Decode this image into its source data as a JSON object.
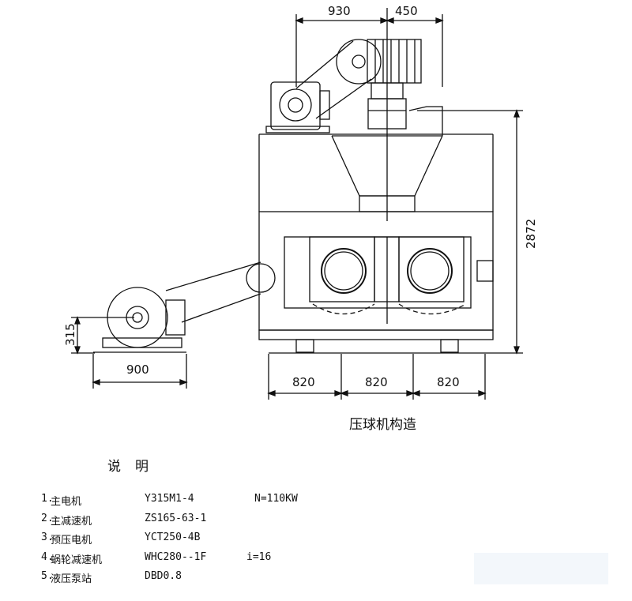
{
  "dimensions": {
    "top_left": "930",
    "top_right": "450",
    "height": "2872",
    "motor_height": "315",
    "base_width": "900",
    "pitch_1": "820",
    "pitch_2": "820",
    "pitch_3": "820"
  },
  "caption": "压球机构造",
  "legend_title": "说明",
  "legend": [
    {
      "num": "1.",
      "name": "主电机",
      "model": "Y315M1-4",
      "spec": "N=110KW"
    },
    {
      "num": "2.",
      "name": "主减速机",
      "model": "ZS165-63-1",
      "spec": ""
    },
    {
      "num": "3.",
      "name": "预压电机",
      "model": "YCT250-4B",
      "spec": ""
    },
    {
      "num": "4.",
      "name": "蜗轮减速机",
      "model": "WHC280--1F",
      "spec": "i=16"
    },
    {
      "num": "5.",
      "name": "液压泵站",
      "model": "DBD0.8",
      "spec": ""
    }
  ]
}
